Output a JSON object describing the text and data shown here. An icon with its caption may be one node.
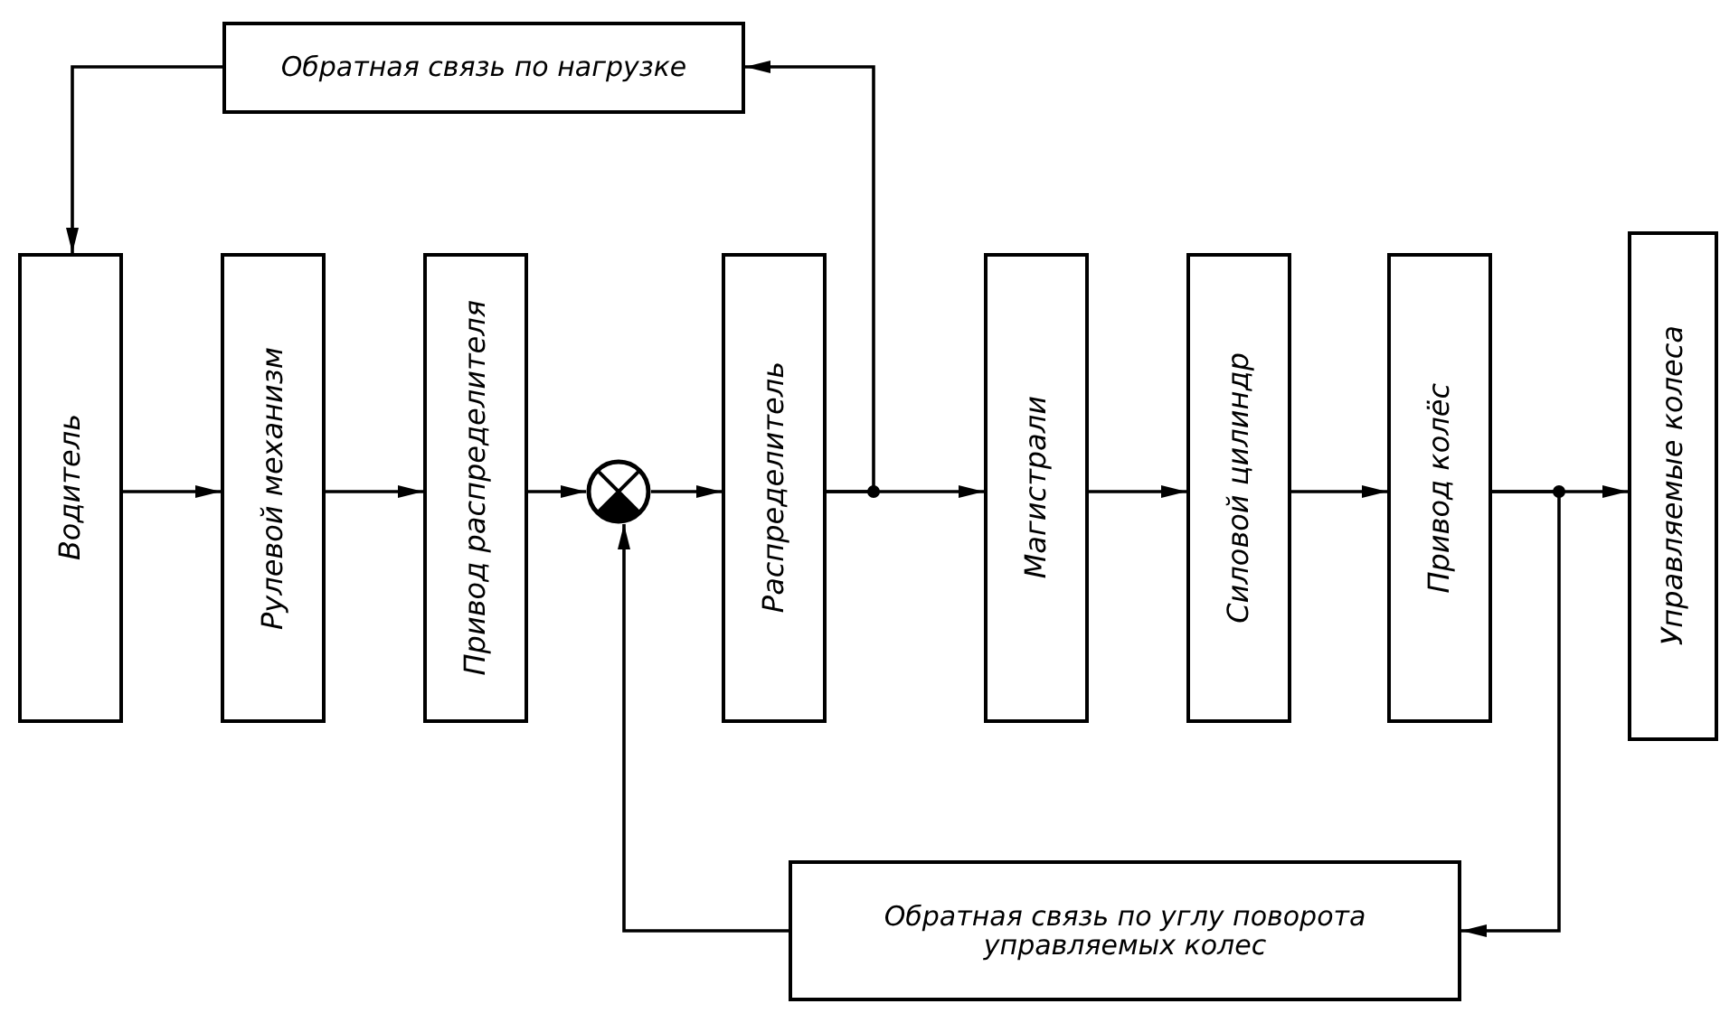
{
  "diagram": {
    "nodes": [
      {
        "text": [
          "Обратная связь по нагрузке"
        ]
      },
      {
        "text": [
          "Водитель"
        ]
      },
      {
        "text": [
          "Рулевой механизм"
        ]
      },
      {
        "text": [
          "Привод распределителя"
        ]
      },
      {
        "text": [],
        "shape": "circle"
      },
      {
        "text": [
          "Распределитель"
        ]
      },
      {
        "text": [
          "Магистрали"
        ]
      },
      {
        "text": [
          "Силовой цилиндр"
        ]
      },
      {
        "text": [
          "Привод колёс"
        ]
      },
      {
        "text": [
          "Управляемые колеса"
        ]
      },
      {
        "text": [
          "Обратная связь по углу поворота управляемых колес"
        ]
      }
    ],
    "edges": [
      {
        "from": 1,
        "to": 2,
        "arrow": "to"
      },
      {
        "from": 2,
        "to": 3,
        "arrow": "to"
      },
      {
        "from": 3,
        "to": 4,
        "arrow": "to"
      },
      {
        "from": 4,
        "to": 5,
        "arrow": "to"
      },
      {
        "from": 5,
        "to": 6,
        "arrow": "to"
      },
      {
        "from": 6,
        "to": 7,
        "arrow": "to"
      },
      {
        "from": 7,
        "to": 8,
        "arrow": "to"
      },
      {
        "from": 8,
        "to": 9,
        "arrow": "to"
      },
      {
        "from": 5,
        "to": 0,
        "arrow": "to"
      },
      {
        "from": 0,
        "to": 1,
        "arrow": "to"
      },
      {
        "from": 8,
        "to": 10,
        "arrow": "to"
      },
      {
        "from": 10,
        "to": 4,
        "arrow": "to"
      }
    ]
  }
}
